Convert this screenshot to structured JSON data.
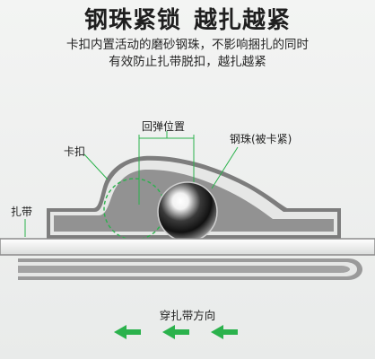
{
  "title": {
    "part1": "钢珠紧锁",
    "part2": "越扎越紧"
  },
  "subtitle": {
    "line1": "卡扣内置活动的磨砂钢珠，不影响捆扎的同时",
    "line2": "有效防止扎带脱扣，越扎越紧"
  },
  "labels": {
    "kakou": "卡扣",
    "zhadai": "扎带",
    "huitan": "回弹位置",
    "gangzhu": "钢珠(被卡紧)",
    "direction": "穿扎带方向"
  },
  "icons": {
    "arrow": "left-arrow-icon"
  },
  "colors": {
    "accent_green": "#2bb24c",
    "steel": "#6b6b6b",
    "buckle": "#8c8c8c"
  }
}
